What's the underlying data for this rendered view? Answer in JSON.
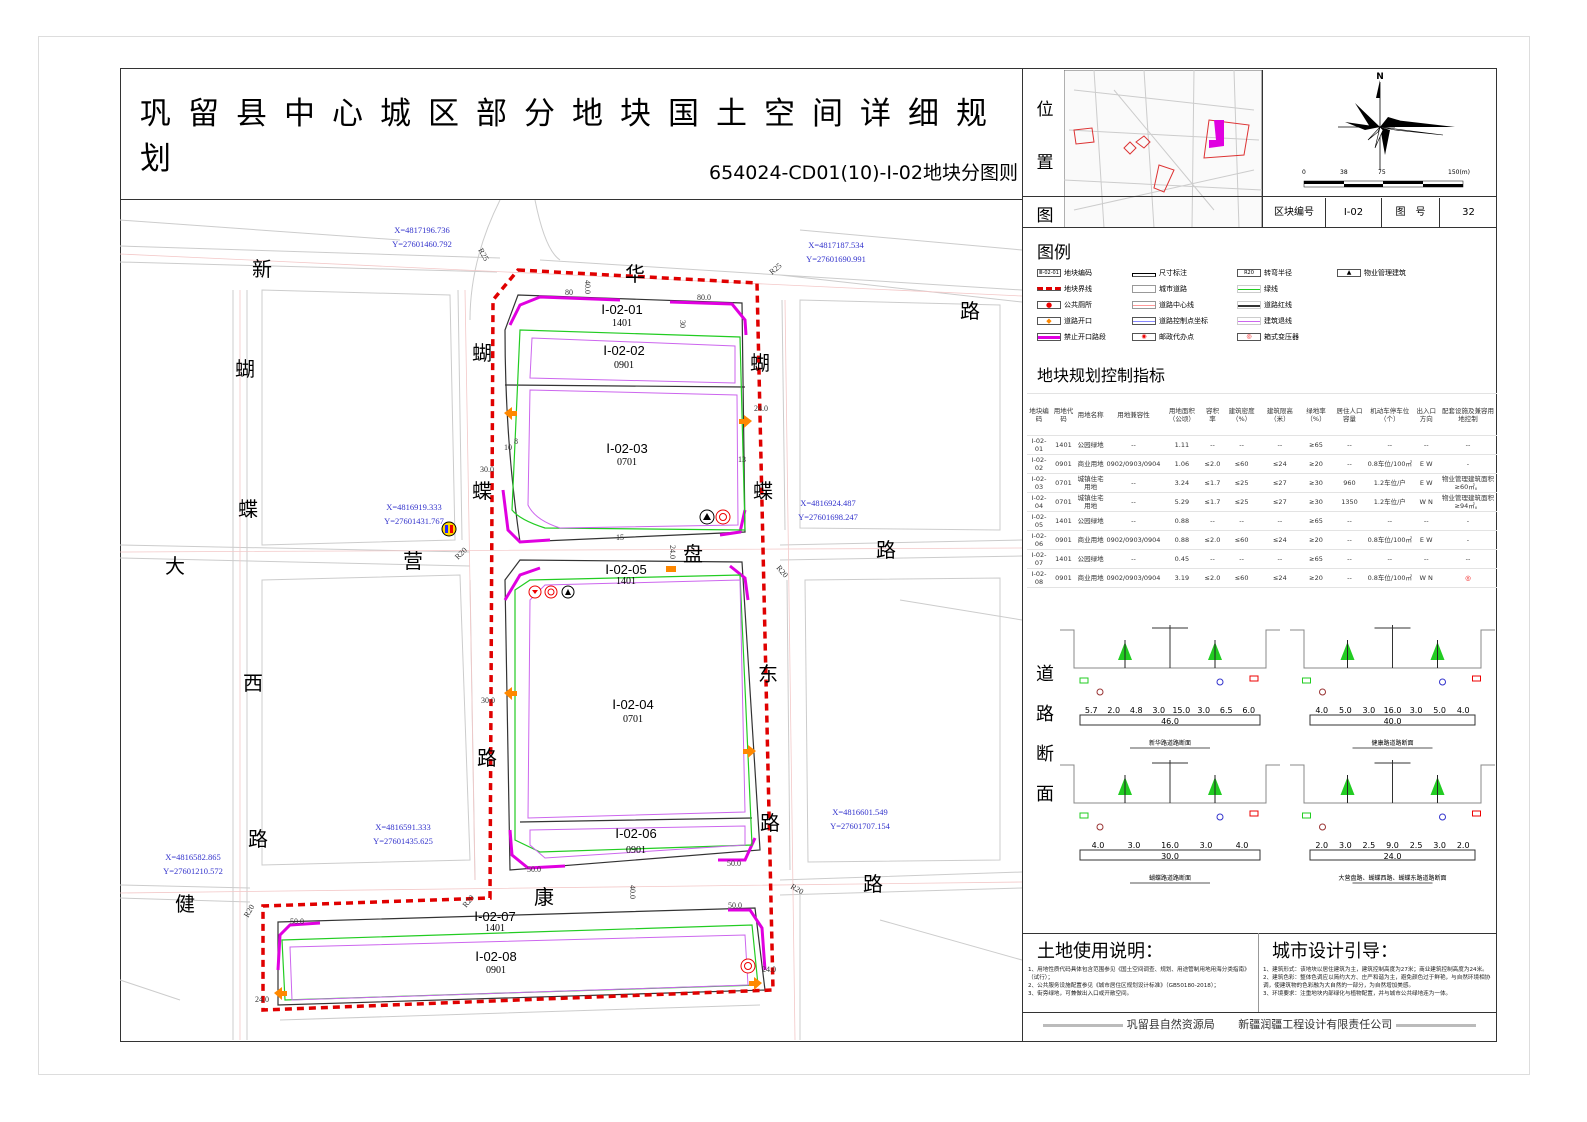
{
  "title": "巩留县中心城区部分地块国土空间详细规划",
  "subtitle": "654024-CD01(10)-Ⅰ-02地块分图则",
  "location_map": {
    "label_chars": [
      "位",
      "置",
      "图"
    ]
  },
  "compass": {
    "north": "N",
    "scale_ticks": [
      "0",
      "38",
      "75",
      "150(m)"
    ]
  },
  "info": {
    "block_label": "区块编号",
    "block_value": "Ⅰ-02",
    "sheet_label": "图　号",
    "sheet_value": "32"
  },
  "legend": {
    "title": "图例",
    "items": [
      {
        "icon": "block-code",
        "label": "地块编码",
        "sample": "Ⅲ-02-01"
      },
      {
        "icon": "dimension",
        "label": "尺寸标注"
      },
      {
        "icon": "turn-radius",
        "label": "转弯半径",
        "sample": "R20"
      },
      {
        "icon": "property-building",
        "label": "物业管理建筑"
      },
      {
        "icon": "block-boundary",
        "label": "地块界线"
      },
      {
        "icon": "city-road",
        "label": "城市道路"
      },
      {
        "icon": "green-line",
        "label": "绿线"
      },
      {
        "icon": "public-toilet",
        "label": "公共厕所"
      },
      {
        "icon": "road-centerline",
        "label": "道路中心线"
      },
      {
        "icon": "road-red-line",
        "label": "道路红线"
      },
      {
        "icon": "road-opening",
        "label": "道路开口"
      },
      {
        "icon": "control-point",
        "label": "道路控制点坐标"
      },
      {
        "icon": "setback-line",
        "label": "建筑退线"
      },
      {
        "icon": "no-opening",
        "label": "禁止开口路段"
      },
      {
        "icon": "postal-agency",
        "label": "邮政代办点"
      },
      {
        "icon": "box-transformer",
        "label": "箱式变压器"
      }
    ]
  },
  "control": {
    "title": "地块规划控制指标",
    "headers": [
      "地块编码",
      "用地代码",
      "用地名称",
      "用地兼容性",
      "用地面积（公顷）",
      "容积率",
      "建筑密度（%）",
      "建筑限高（米）",
      "绿地率（%）",
      "居住人口容量",
      "机动车停车位（个）",
      "出入口方向",
      "配套设施及兼容用地控制"
    ],
    "rows": [
      [
        "Ⅰ-02-01",
        "1401",
        "公园绿地",
        "--",
        "1.11",
        "--",
        "--",
        "--",
        "≥65",
        "--",
        "--",
        "--",
        "--"
      ],
      [
        "Ⅰ-02-02",
        "0901",
        "商业用地",
        "0902/0903/0904",
        "1.06",
        "≤2.0",
        "≤60",
        "≤24",
        "≥20",
        "--",
        "0.8车位/100㎡",
        "E W",
        "-"
      ],
      [
        "Ⅰ-02-03",
        "0701",
        "城镇住宅用地",
        "--",
        "3.24",
        "≤1.7",
        "≤25",
        "≤27",
        "≥30",
        "960",
        "1.2车位/户",
        "E W",
        "物业管理建筑面积≥60㎡。"
      ],
      [
        "Ⅰ-02-04",
        "0701",
        "城镇住宅用地",
        "--",
        "5.29",
        "≤1.7",
        "≤25",
        "≤27",
        "≥30",
        "1350",
        "1.2车位/户",
        "W N",
        "物业管理建筑面积≥94㎡。"
      ],
      [
        "Ⅰ-02-05",
        "1401",
        "公园绿地",
        "--",
        "0.88",
        "--",
        "--",
        "--",
        "≥65",
        "--",
        "--",
        "--",
        "-"
      ],
      [
        "Ⅰ-02-06",
        "0901",
        "商业用地",
        "0902/0903/0904",
        "0.88",
        "≤2.0",
        "≤60",
        "≤24",
        "≥20",
        "--",
        "0.8车位/100㎡",
        "E W",
        "-"
      ],
      [
        "Ⅰ-02-07",
        "1401",
        "公园绿地",
        "--",
        "0.45",
        "--",
        "--",
        "--",
        "≥65",
        "--",
        "--",
        "--",
        "--"
      ],
      [
        "Ⅰ-02-08",
        "0901",
        "商业用地",
        "0902/0903/0904",
        "3.19",
        "≤2.0",
        "≤60",
        "≤24",
        "≥20",
        "--",
        "0.8车位/100㎡",
        "W N",
        "◎"
      ]
    ]
  },
  "road_sections": {
    "label_chars": [
      "道",
      "路",
      "断",
      "面"
    ],
    "sections": [
      {
        "name": "新华路道路断面",
        "dims": [
          "5.7",
          "2.0",
          "4.8",
          "3.0",
          "15.0",
          "3.0",
          "6.5",
          "6.0"
        ],
        "total": "46.0"
      },
      {
        "name": "健康路道路断面",
        "dims": [
          "4.0",
          "5.0",
          "3.0",
          "16.0",
          "3.0",
          "5.0",
          "4.0"
        ],
        "total": "40.0"
      },
      {
        "name": "蝴蝶路道路断面",
        "dims": [
          "4.0",
          "3.0",
          "16.0",
          "3.0",
          "4.0"
        ],
        "total": "30.0"
      },
      {
        "name": "大营盘路、蝴蝶西路、蝴蝶东路道路断面",
        "dims": [
          "2.0",
          "3.0",
          "2.5",
          "9.0",
          "2.5",
          "3.0",
          "2.0"
        ],
        "total": "24.0"
      }
    ]
  },
  "land_use": {
    "title": "土地使用说明：",
    "notes": [
      "1、用地性质代码具体包含范围参见《国土空间调查、规划、用途管制用地用海分类指南》（试行）；",
      "2、公共服务设施配置参见《城市居住区规划设计标准》（GB50180-2018）；",
      "3、街旁绿地，可兼做出入口或开敞空间。"
    ]
  },
  "urban_design": {
    "title": "城市设计引导：",
    "notes": [
      "1、建筑形式：该地块以居住建筑为主，建筑控制高度为27米；商业建筑控制高度为24米。",
      "2、建筑色彩：整体色调应以简约大方、庄严和谐为主，避免颜色过于鲜艳，与自然环境相协调，使建筑物的色彩融为大自然的一部分，为自然增加美感。",
      "3、环境要求：注重地块内部绿化与植物配置，并与城市公共绿地连为一体。"
    ]
  },
  "footer": {
    "org1": "巩留县自然资源局",
    "org2": "新疆润疆工程设计有限责任公司"
  },
  "map": {
    "blocks": [
      {
        "code": "Ⅰ-02-01",
        "use": "1401"
      },
      {
        "code": "Ⅰ-02-02",
        "use": "0901"
      },
      {
        "code": "Ⅰ-02-03",
        "use": "0701"
      },
      {
        "code": "Ⅰ-02-04",
        "use": "0701"
      },
      {
        "code": "Ⅰ-02-05",
        "use": "1401"
      },
      {
        "code": "Ⅰ-02-06",
        "use": "0901"
      },
      {
        "code": "Ⅰ-02-07",
        "use": "1401"
      },
      {
        "code": "Ⅰ-02-08",
        "use": "0901"
      }
    ],
    "road_chars": [
      "新",
      "华",
      "路",
      "蝴",
      "蝶",
      "大",
      "营",
      "盘",
      "路",
      "西",
      "路",
      "蝴",
      "蝶",
      "路",
      "蝴",
      "蝶",
      "东",
      "路",
      "健",
      "康",
      "路"
    ],
    "coords": [
      {
        "x": "X=4817196.736",
        "y": "Y=27601460.792"
      },
      {
        "x": "X=4817187.534",
        "y": "Y=27601690.991"
      },
      {
        "x": "X=4816919.333",
        "y": "Y=27601431.767"
      },
      {
        "x": "X=4816924.487",
        "y": "Y=27601698.247"
      },
      {
        "x": "X=4816591.333",
        "y": "Y=27601435.625"
      },
      {
        "x": "X=4816601.549",
        "y": "Y=27601707.154"
      },
      {
        "x": "X=4816582.865",
        "y": "Y=27601210.572"
      }
    ],
    "dims": [
      "R25",
      "R25",
      "R20",
      "R20",
      "R20",
      "R20",
      "R20",
      "40.0",
      "80",
      "80.0",
      "30",
      "24.0",
      "30.0",
      "24.0",
      "40.0",
      "50.0",
      "50.0",
      "50.0",
      "50.0",
      "24.0",
      "24.0",
      "30.0",
      "10",
      "8",
      "13",
      "15"
    ]
  },
  "colors": {
    "boundary": "#e00000",
    "no_opening": "#e000e0",
    "green": "#22cc22",
    "setback": "#cc66ee",
    "coord_text": "#3333cc",
    "opening": "#ff8800"
  }
}
